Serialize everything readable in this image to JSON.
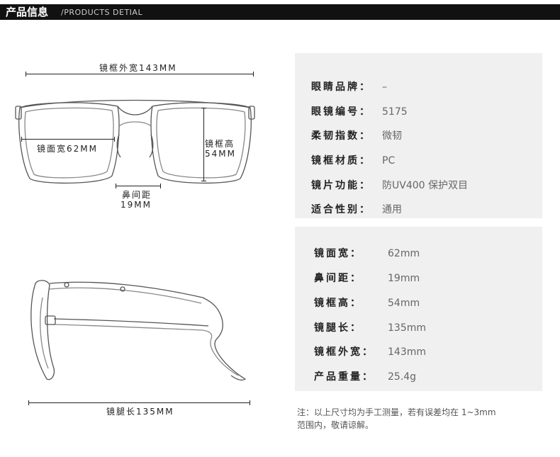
{
  "header": {
    "title_cn": "产品信息",
    "title_en": "/PRODUCTS DETIAL"
  },
  "diagram": {
    "frame_width_label": "镜框外宽143MM",
    "lens_width_label": "镜面宽62MM",
    "lens_height_label_line1": "镜框高",
    "lens_height_label_line2": "54MM",
    "bridge_label_line1": "鼻间距",
    "bridge_label_line2": "19MM",
    "temple_length_label": "镜腿长135MM"
  },
  "info_panel": {
    "rows": [
      {
        "label": "眼睛品牌：",
        "value": "–"
      },
      {
        "label": "眼镜编号：",
        "value": "5175"
      },
      {
        "label": "柔韧指数：",
        "value": "微韧"
      },
      {
        "label": "镜框材质：",
        "value": "PC"
      },
      {
        "label": "镜片功能：",
        "value": "防UV400 保护双目"
      },
      {
        "label": "适合性别：",
        "value": "通用"
      }
    ]
  },
  "spec_panel": {
    "rows": [
      {
        "label": "镜面宽：",
        "value": "62mm"
      },
      {
        "label": "鼻间距：",
        "value": "19mm"
      },
      {
        "label": "镜框高：",
        "value": "54mm"
      },
      {
        "label": "镜腿长：",
        "value": "135mm"
      },
      {
        "label": "镜框外宽：",
        "value": "143mm"
      },
      {
        "label": "产品重量：",
        "value": "25.4g"
      }
    ]
  },
  "note": {
    "line1": "注：以上尺寸均为手工测量，若有误差均在 1~3mm",
    "line2": "范围内，敬请谅解。"
  }
}
